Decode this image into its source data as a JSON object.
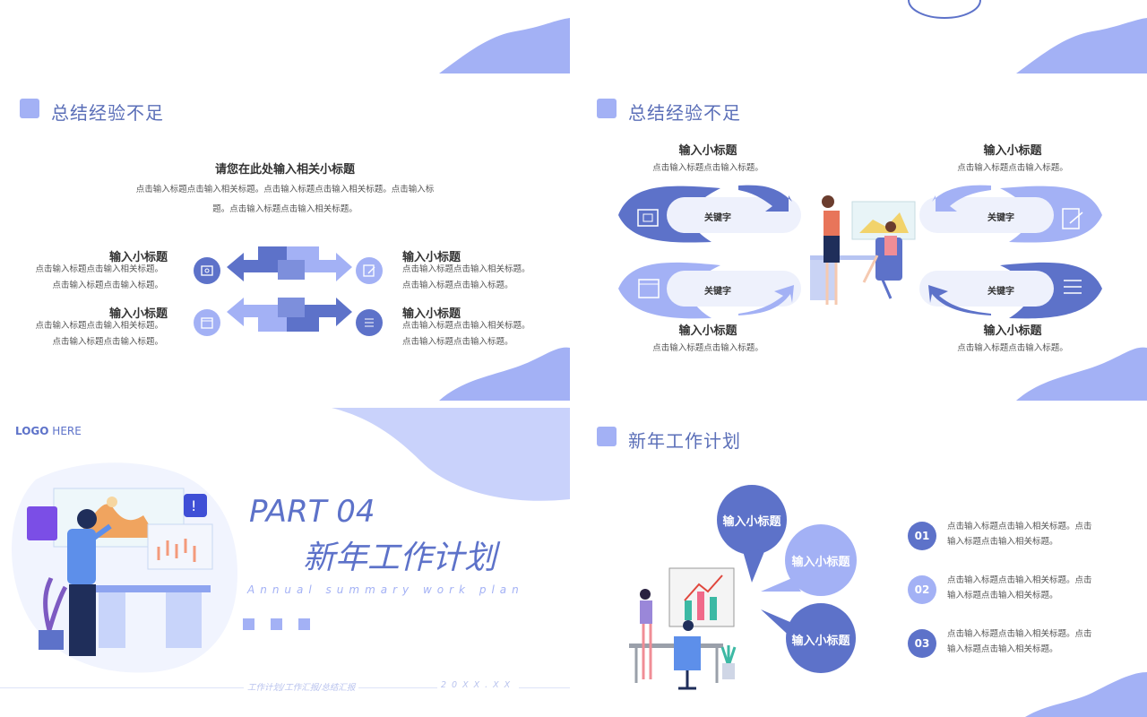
{
  "slide1": {
    "title": "总结经验不足",
    "center_heading": "请您在此处输入相关小标题",
    "center_body_1": "点击输入标题点击输入相关标题。点击输入标题点击输入相关标题。点击输入标",
    "center_body_2": "题。点击输入标题点击输入相关标题。",
    "items": [
      {
        "title": "输入小标题",
        "line1": "点击输入标题点击输入相关标题。",
        "line2": "点击输入标题点击输入标题。"
      },
      {
        "title": "输入小标题",
        "line1": "点击输入标题点击输入相关标题。",
        "line2": "点击输入标题点击输入标题。"
      },
      {
        "title": "输入小标题",
        "line1": "点击输入标题点击输入相关标题。",
        "line2": "点击输入标题点击输入标题。"
      },
      {
        "title": "输入小标题",
        "line1": "点击输入标题点击输入相关标题。",
        "line2": "点击输入标题点击输入标题。"
      }
    ]
  },
  "slide2": {
    "title": "总结经验不足",
    "items": [
      {
        "title": "输入小标题",
        "body": "点击输入标题点击输入标题。",
        "keyword": "关键字"
      },
      {
        "title": "输入小标题",
        "body": "点击输入标题点击输入标题。",
        "keyword": "关键字"
      },
      {
        "title": "输入小标题",
        "body": "点击输入标题点击输入标题。",
        "keyword": "关键字"
      },
      {
        "title": "输入小标题",
        "body": "点击输入标题点击输入标题。",
        "keyword": "关键字"
      }
    ]
  },
  "slide3": {
    "logo_bold": "LOGO",
    "logo_rest": " HERE",
    "part": "PART 04",
    "title": "新年工作计划",
    "subtitle": "Annual summary work plan",
    "footer_left": "工作计划/工作汇报/总结汇报",
    "footer_right": "20XX.XX"
  },
  "slide4": {
    "title": "新年工作计划",
    "bubbles": [
      "输入小标题",
      "输入小标题",
      "输入小标题"
    ],
    "items": [
      {
        "num": "01",
        "line1": "点击输入标题点击输入相关标题。点击",
        "line2": "输入标题点击输入相关标题。"
      },
      {
        "num": "02",
        "line1": "点击输入标题点击输入相关标题。点击",
        "line2": "输入标题点击输入相关标题。"
      },
      {
        "num": "03",
        "line1": "点击输入标题点击输入相关标题。点击",
        "line2": "输入标题点击输入相关标题。"
      }
    ]
  },
  "colors": {
    "primary": "#5d72c9",
    "light": "#a3b1f5",
    "pale": "#e8ecfc",
    "title_text": "#5b6fb8"
  }
}
